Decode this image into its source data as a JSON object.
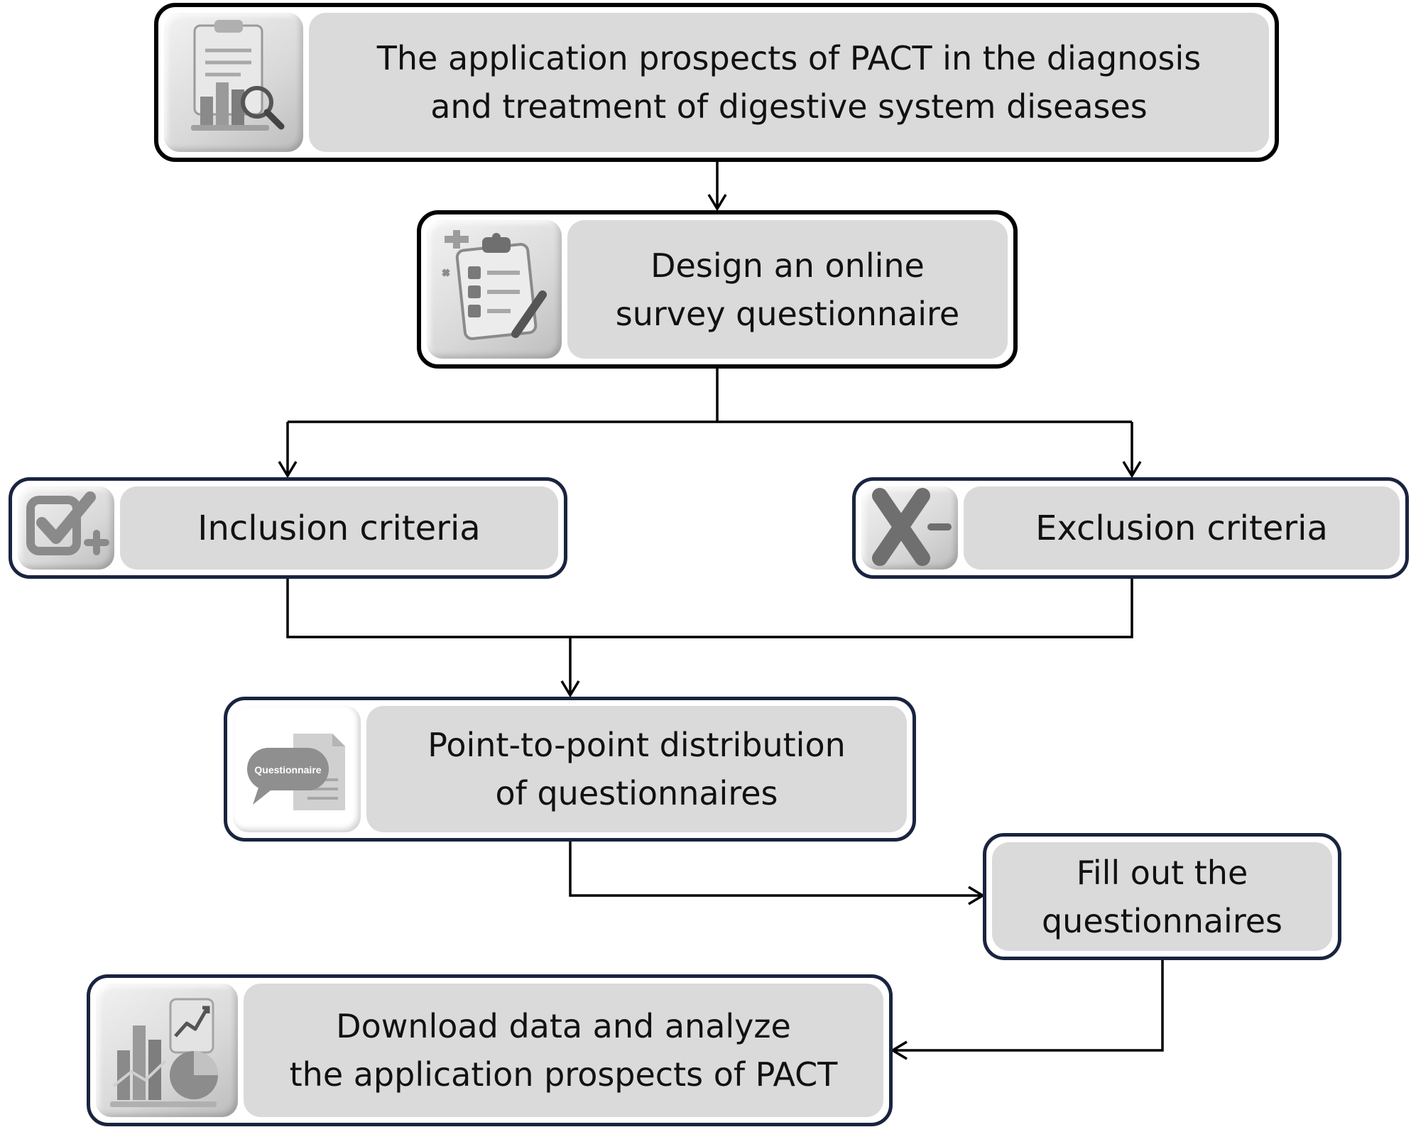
{
  "nodes": {
    "top": {
      "line1": "The application prospects of PACT in the diagnosis",
      "line2": "and treatment of digestive system diseases",
      "icon": "clipboard-chart-icon"
    },
    "design": {
      "line1": "Design an online",
      "line2": "survey questionnaire",
      "icon": "clipboard-checklist-icon"
    },
    "inclusion": {
      "text": "Inclusion criteria",
      "icon": "check-plus-icon"
    },
    "exclusion": {
      "text": "Exclusion criteria",
      "icon": "x-minus-icon"
    },
    "distribution": {
      "line1": "Point-to-point distribution",
      "line2": "of questionnaires",
      "icon": "questionnaire-bubble-icon",
      "icon_text": "Questionnaire"
    },
    "fill": {
      "line1": "Fill out the",
      "line2": "questionnaires"
    },
    "download": {
      "line1": "Download data and analyze",
      "line2": "the application prospects of PACT",
      "icon": "analytics-chart-icon"
    }
  },
  "colors": {
    "top_border": "#000000",
    "node_border": "#1a2440",
    "label_fill": "#dadada",
    "arrow": "#000000"
  }
}
